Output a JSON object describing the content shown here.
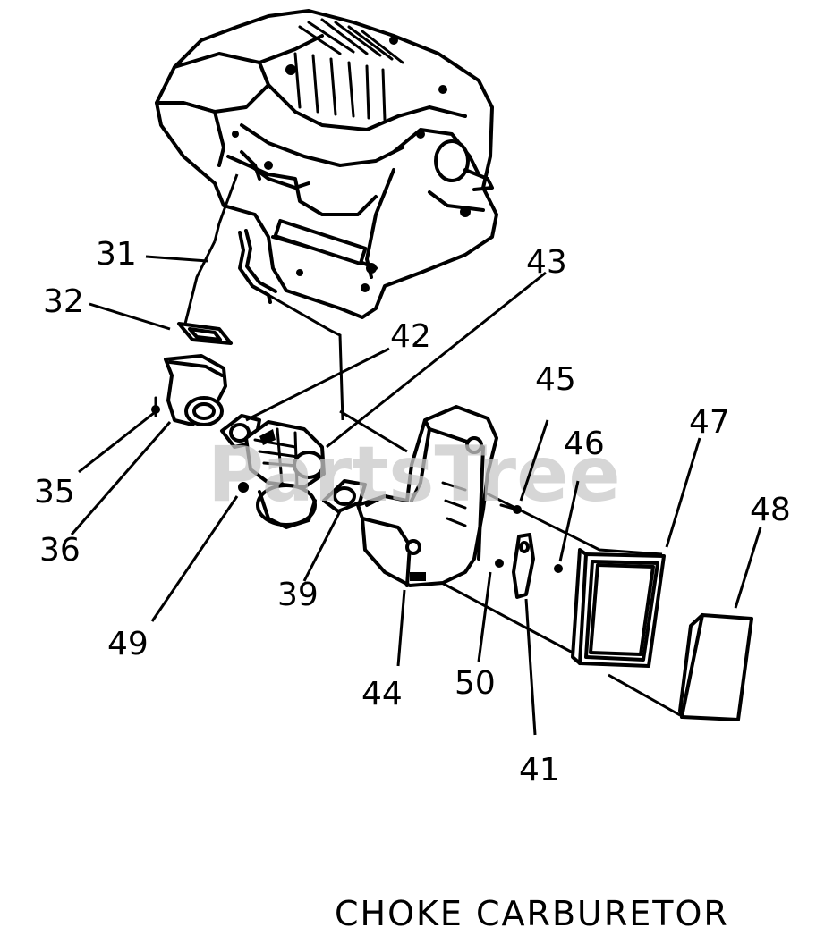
{
  "caption": "CHOKE CARBURETOR",
  "watermark": "PartsTree",
  "callouts": {
    "p31": "31",
    "p32": "32",
    "p35": "35",
    "p36": "36",
    "p39": "39",
    "p41": "41",
    "p42": "42",
    "p43": "43",
    "p44": "44",
    "p45": "45",
    "p46": "46",
    "p47": "47",
    "p48": "48",
    "p49": "49",
    "p50": "50"
  },
  "colors": {
    "line": "#000000",
    "background": "#ffffff",
    "watermark": "#c9c9c9"
  }
}
